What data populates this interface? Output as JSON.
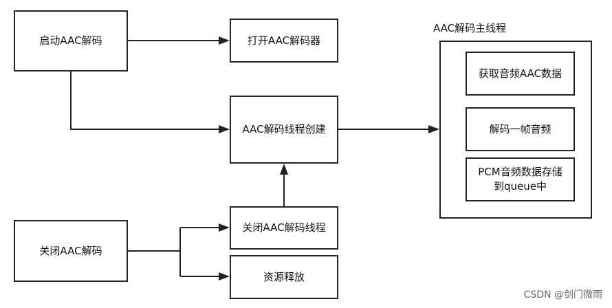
{
  "nodes": {
    "start_decode": "启动AAC解码",
    "open_decoder": "打开AAC解码器",
    "create_thread": "AAC解码线程创建",
    "stop_decode": "关闭AAC解码",
    "close_thread": "关闭AAC解码线程",
    "release_resources": "资源释放"
  },
  "main_thread": {
    "title": "AAC解码主线程",
    "steps": [
      {
        "text": "获取音频AAC数据"
      },
      {
        "text": "解码一帧音频"
      },
      {
        "text": "PCM音频数据存储到queue中"
      }
    ]
  },
  "watermark": "CSDN @剑门微雨",
  "colors": {
    "line": "#222222",
    "box_border": "#222222",
    "background": "#ffffff"
  }
}
